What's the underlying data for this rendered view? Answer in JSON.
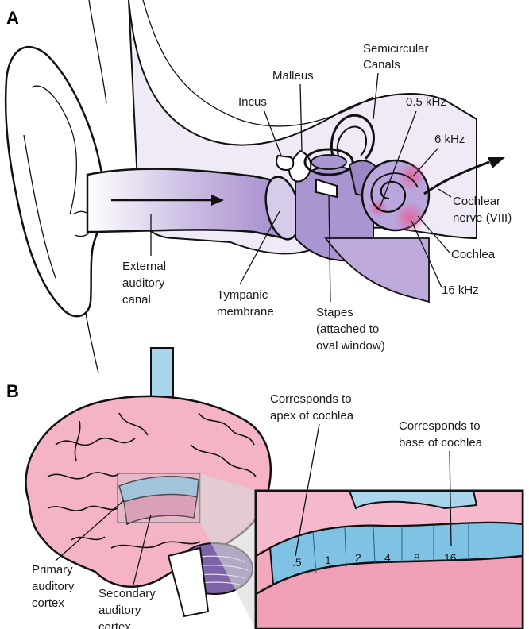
{
  "panels": {
    "a": "A",
    "b": "B"
  },
  "ear_labels": {
    "semicircular": [
      "Semicircular",
      "Canals"
    ],
    "malleus": "Malleus",
    "incus": "Incus",
    "khz_05": "0.5 kHz",
    "khz_6": "6 kHz",
    "cochlear_nerve": [
      "Cochlear",
      "nerve (VIII)"
    ],
    "cochlea": "Cochlea",
    "khz_16": "16 kHz",
    "external": [
      "External",
      "auditory",
      "canal"
    ],
    "tympanic": [
      "Tympanic",
      "membrane"
    ],
    "stapes": [
      "Stapes",
      "(attached to",
      "oval window)"
    ]
  },
  "brain_labels": {
    "apex": [
      "Corresponds to",
      "apex of cochlea"
    ],
    "base": [
      "Corresponds to",
      "base of cochlea"
    ],
    "primary": [
      "Primary",
      "auditory",
      "cortex"
    ],
    "secondary": [
      "Secondary",
      "auditory",
      "cortex"
    ]
  },
  "tonotopy": [
    ".5",
    "1",
    "2",
    "4",
    "8",
    "16"
  ],
  "colors": {
    "ear_outline": "#111111",
    "canal_purple": "#b8a6d6",
    "cochlea_pink": "#e79ac0",
    "brain_pink": "#f4b4c6",
    "auditory_cortex": "#8ec6e2",
    "inset_background": "#f2a8bd",
    "inset_band": "#7fc2e4"
  }
}
